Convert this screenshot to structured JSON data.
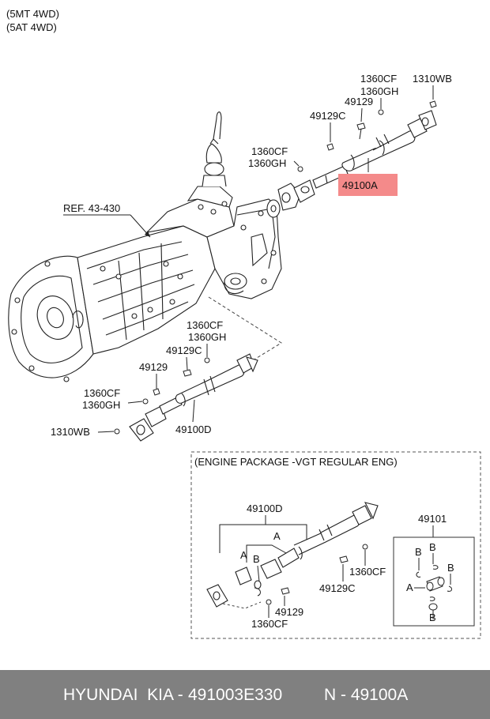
{
  "header": {
    "variant_1": "(5MT 4WD)",
    "variant_2": "(5AT 4WD)"
  },
  "ref_label": "REF. 43-430",
  "front_shaft": {
    "part": "49100A",
    "cf": "1360CF",
    "gh": "1360GH",
    "wb": "1310WB",
    "bolt": "49129",
    "bolt_c": "49129C",
    "cf2": "1360CF",
    "gh2": "1360GH",
    "highlight_color": "#f48a8a"
  },
  "rear_shaft": {
    "part": "49100D",
    "cf": "1360CF",
    "gh": "1360GH",
    "bolt_c": "49129C",
    "bolt": "49129",
    "cf2": "1360CF",
    "gh2": "1360GH",
    "wb": "1310WB"
  },
  "engine_package": {
    "title": "(ENGINE PACKAGE -VGT REGULAR ENG)",
    "shaft": "49100D",
    "label_a": "A",
    "label_b": "B",
    "label_a2": "A",
    "label_b2": "B",
    "cf": "1360CF",
    "bolt_c": "49129C",
    "bolt": "49129",
    "cf2": "1360CF",
    "kit": {
      "part": "49101",
      "b_top": "B",
      "b_right": "B",
      "a_left": "A",
      "b_bottom": "B"
    }
  },
  "footer": {
    "brand": "HYUNDAI  KIA - ",
    "part_number": "491003E330",
    "ref": "N - 49100A"
  }
}
